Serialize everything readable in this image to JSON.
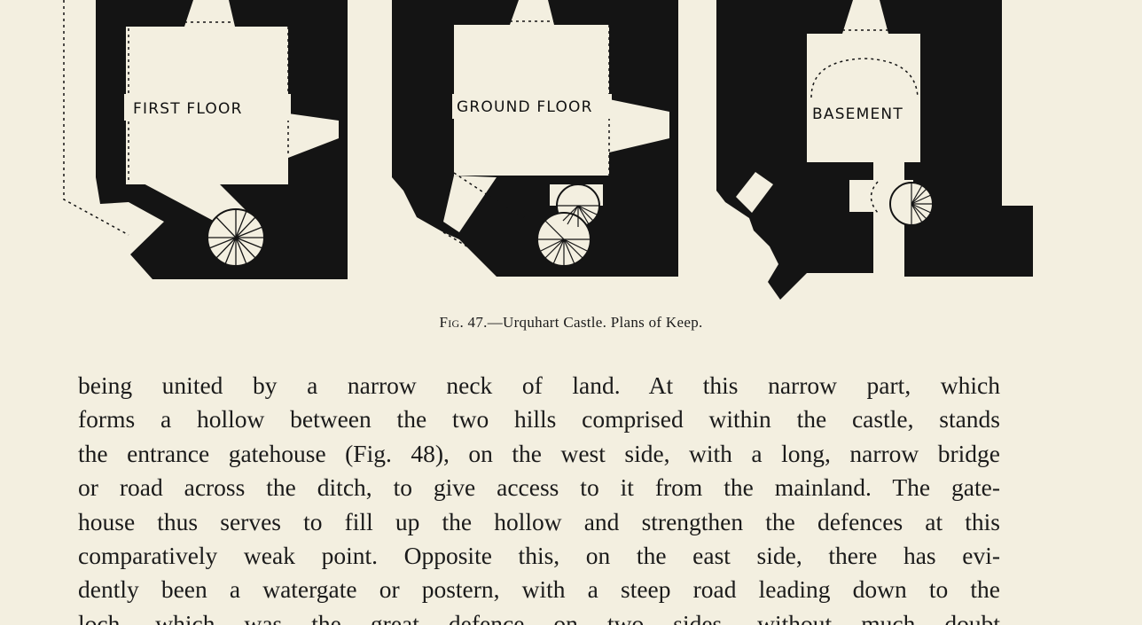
{
  "figure": {
    "plans": [
      {
        "label": "FIRST FLOOR"
      },
      {
        "label": "GROUND FLOOR"
      },
      {
        "label": "BASEMENT"
      }
    ],
    "caption": {
      "fig_label": "Fig. 47.",
      "text": "—Urquhart Castle.  Plans of Keep."
    }
  },
  "body": {
    "lines": [
      "being united by a narrow neck of land.  At this narrow part, which",
      "forms a hollow between the two hills comprised within the castle, stands",
      "the entrance gatehouse (Fig. 48), on the west side, with a long, narrow bridge",
      "or road across the ditch, to give access to it from the mainland.  The gate-",
      "house thus serves to fill up the hollow and strengthen the defences at this",
      "comparatively weak point.  Opposite this, on the east side, there has evi-",
      "dently been a watergate or postern, with a steep road leading down to the",
      "loch, which was the great defence on two sides, without much doubt"
    ]
  }
}
